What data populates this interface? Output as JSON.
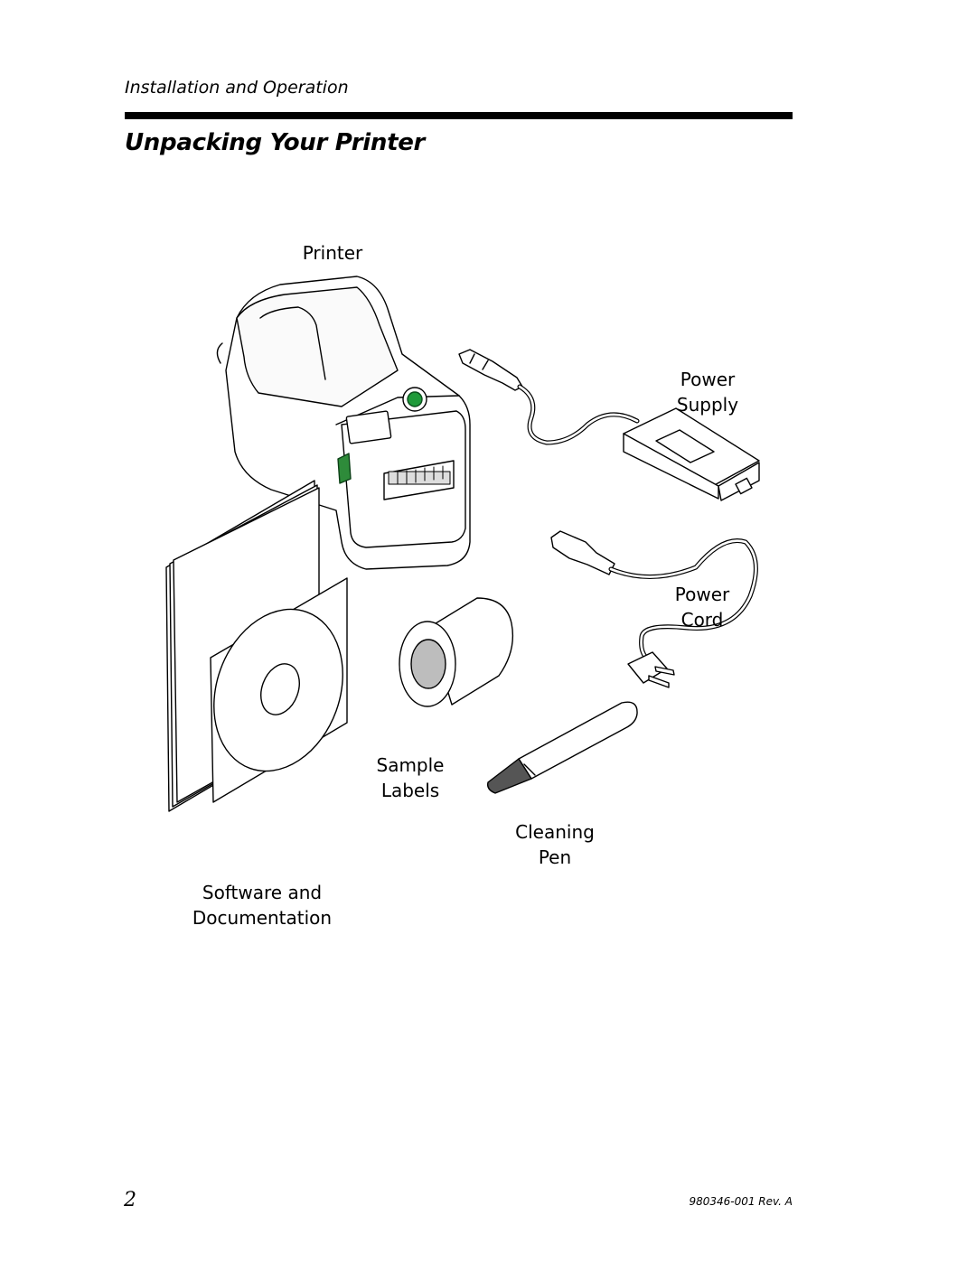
{
  "header": {
    "section": "Installation and Operation",
    "title": "Unpacking Your Printer"
  },
  "labels": {
    "printer": "Printer",
    "power_supply": [
      "Power",
      "Supply"
    ],
    "power_cord": [
      "Power",
      "Cord"
    ],
    "sample_labels": [
      "Sample",
      "Labels"
    ],
    "cleaning_pen": [
      "Cleaning",
      "Pen"
    ],
    "software_docs": [
      "Software and",
      "Documentation"
    ]
  },
  "footer": {
    "page_number": "2",
    "doc_number": "980346-001 Rev. A"
  },
  "colors": {
    "button_green": "#1f9a3a",
    "lever_green": "#2e8b3a"
  }
}
